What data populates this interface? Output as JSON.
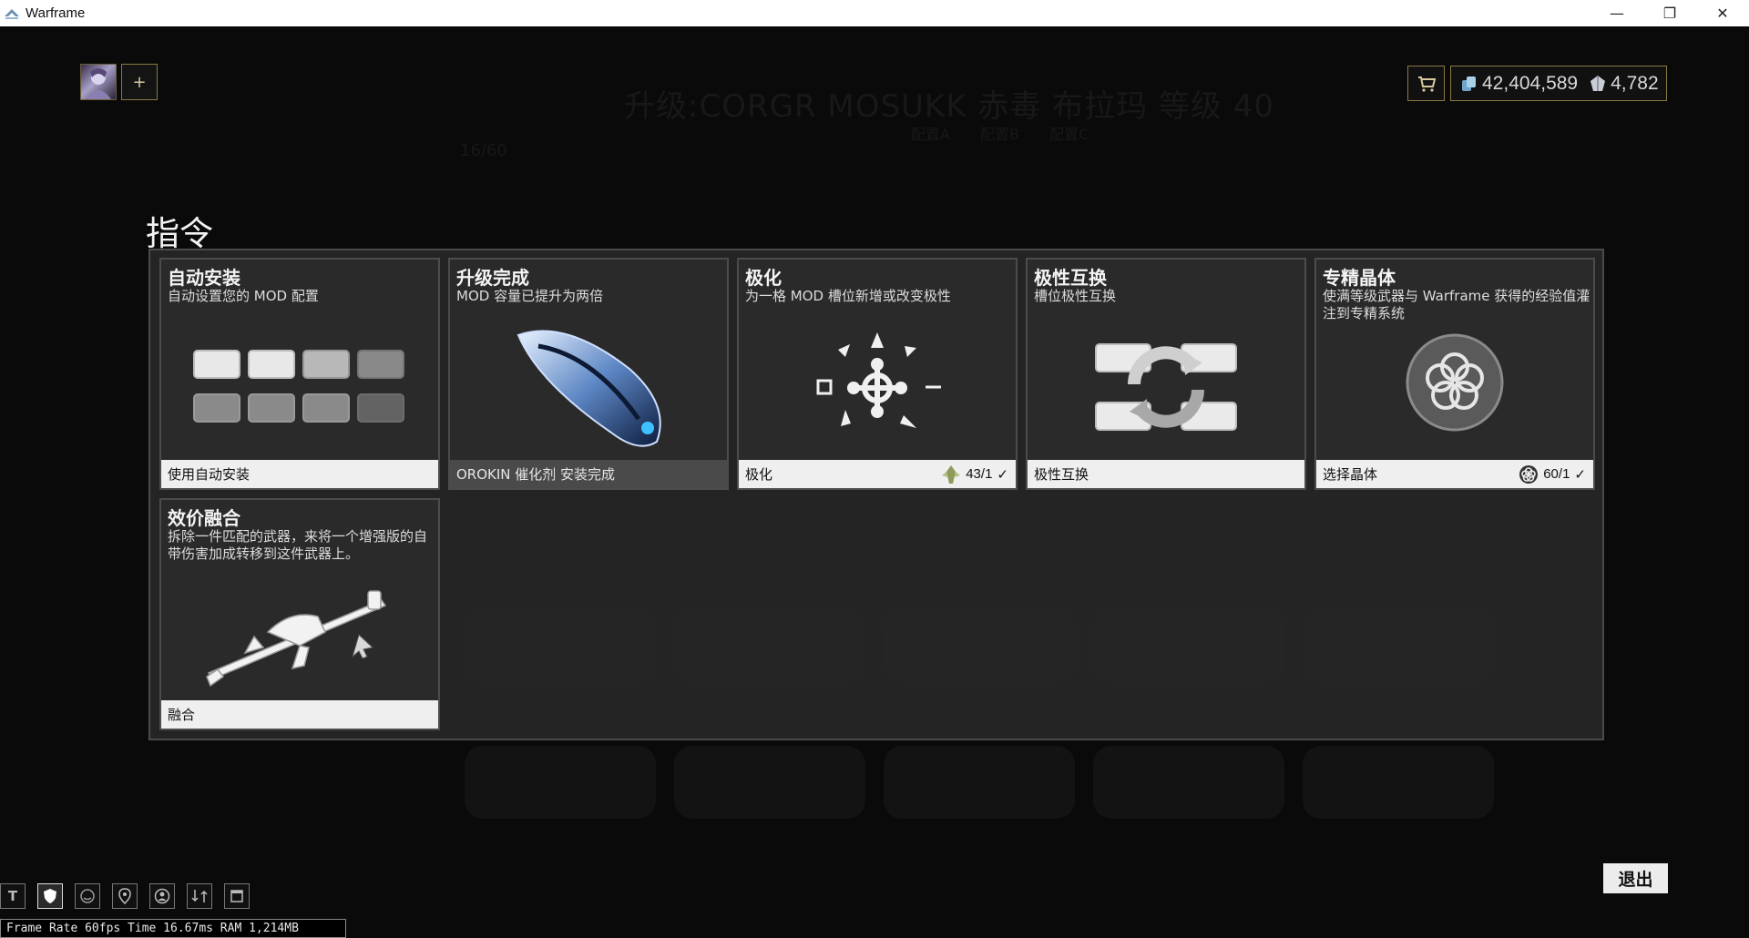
{
  "window": {
    "title": "Warframe",
    "controls": {
      "minimize": "—",
      "maximize": "❐",
      "close": "✕"
    }
  },
  "background": {
    "title": "升级:CORGR MOSUKK 赤毒 布拉玛 等级 40",
    "tabs": "配置A 配置B 配置C",
    "count": "16/60"
  },
  "profile": {
    "add_label": "+"
  },
  "currency": {
    "credits": "42,404,589",
    "platinum": "4,782",
    "credits_icon": "credits-icon",
    "platinum_icon": "platinum-icon"
  },
  "heading": "指令",
  "cards": [
    {
      "title": "自动安装",
      "subtitle": "自动设置您的 MOD 配置",
      "footer": "使用自动安装",
      "icon": "mod-slots-icon"
    },
    {
      "title": "升级完成",
      "subtitle": "MOD 容量已提升为两倍",
      "footer": "OROKIN 催化剂 安装完成",
      "icon": "orokin-catalyst-icon"
    },
    {
      "title": "极化",
      "subtitle": "为一格 MOD 槽位新增或改变极性",
      "footer": "极化",
      "count": "43/1",
      "icon": "polarity-icon"
    },
    {
      "title": "极性互换",
      "subtitle": "槽位极性互换",
      "footer": "极性互换",
      "icon": "polarity-swap-icon"
    },
    {
      "title": "专精晶体",
      "subtitle": "使满等级武器与 Warframe 获得的经验值灌注到专精系统",
      "footer": "选择晶体",
      "count": "60/1",
      "icon": "focus-lens-icon"
    },
    {
      "title": "效价融合",
      "subtitle": "拆除一件匹配的武器，来将一个增强版的自带伤害加成转移到这件武器上。",
      "footer": "融合",
      "icon": "weapon-fusion-icon"
    }
  ],
  "exit_label": "退出",
  "toolbar": {
    "t_label": "T"
  },
  "framerate": "Frame Rate 60fps Time 16.67ms RAM 1,214MB"
}
